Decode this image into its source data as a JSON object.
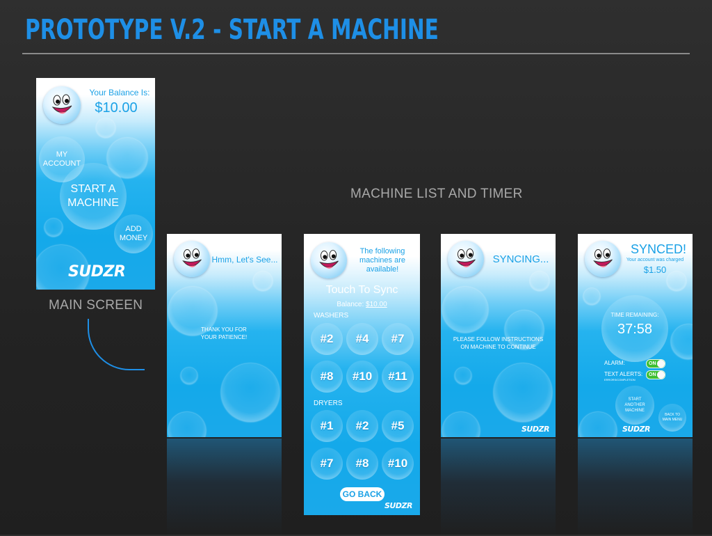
{
  "slide": {
    "title": "PROTOTYPE V.2 - START A MACHINE",
    "caption_main": "MAIN SCREEN",
    "caption_flow": "MACHINE LIST AND TIMER",
    "accent_color": "#1e8fe6"
  },
  "logo_text": "SUDZR",
  "main_screen": {
    "balance_label": "Your Balance Is:",
    "balance_value": "$10.00",
    "my_account": [
      "MY",
      "ACCOUNT"
    ],
    "start_machine": [
      "START A",
      "MACHINE"
    ],
    "add_money": [
      "ADD",
      "MONEY"
    ]
  },
  "screen_wait": {
    "header": "Hmm, Let's See...",
    "message": [
      "THANK YOU FOR",
      "YOUR PATIENCE!"
    ]
  },
  "screen_list": {
    "header": [
      "The following",
      "machines are",
      "available!"
    ],
    "touch_to_sync": "Touch To Sync",
    "balance_label": "Balance:",
    "balance_value": "$10.00",
    "washers_label": "WASHERS",
    "washers": [
      "#2",
      "#4",
      "#7",
      "#8",
      "#10",
      "#11"
    ],
    "dryers_label": "DRYERS",
    "dryers": [
      "#1",
      "#2",
      "#5",
      "#7",
      "#8",
      "#10"
    ],
    "go_back": "GO BACK"
  },
  "screen_syncing": {
    "header": "SYNCING...",
    "message": [
      "PLEASE FOLLOW INSTRUCTIONS",
      "ON MACHINE TO CONTINUE"
    ]
  },
  "screen_synced": {
    "header": "SYNCED!",
    "charged_label": "Your account was charged",
    "charged_value": "$1.50",
    "time_label": "TIME REMAINING:",
    "time_value": "37:58",
    "alarm_label": "ALARM:",
    "alarm_state": "ON",
    "text_alerts_label": "TEXT ALERTS:",
    "text_alerts_sub": "ERRORS/COMPLETION",
    "text_alerts_state": "ON",
    "start_another": [
      "START",
      "ANOTHER",
      "MACHINE"
    ],
    "back_to_menu": [
      "BACK TO",
      "MAIN MENU"
    ]
  }
}
